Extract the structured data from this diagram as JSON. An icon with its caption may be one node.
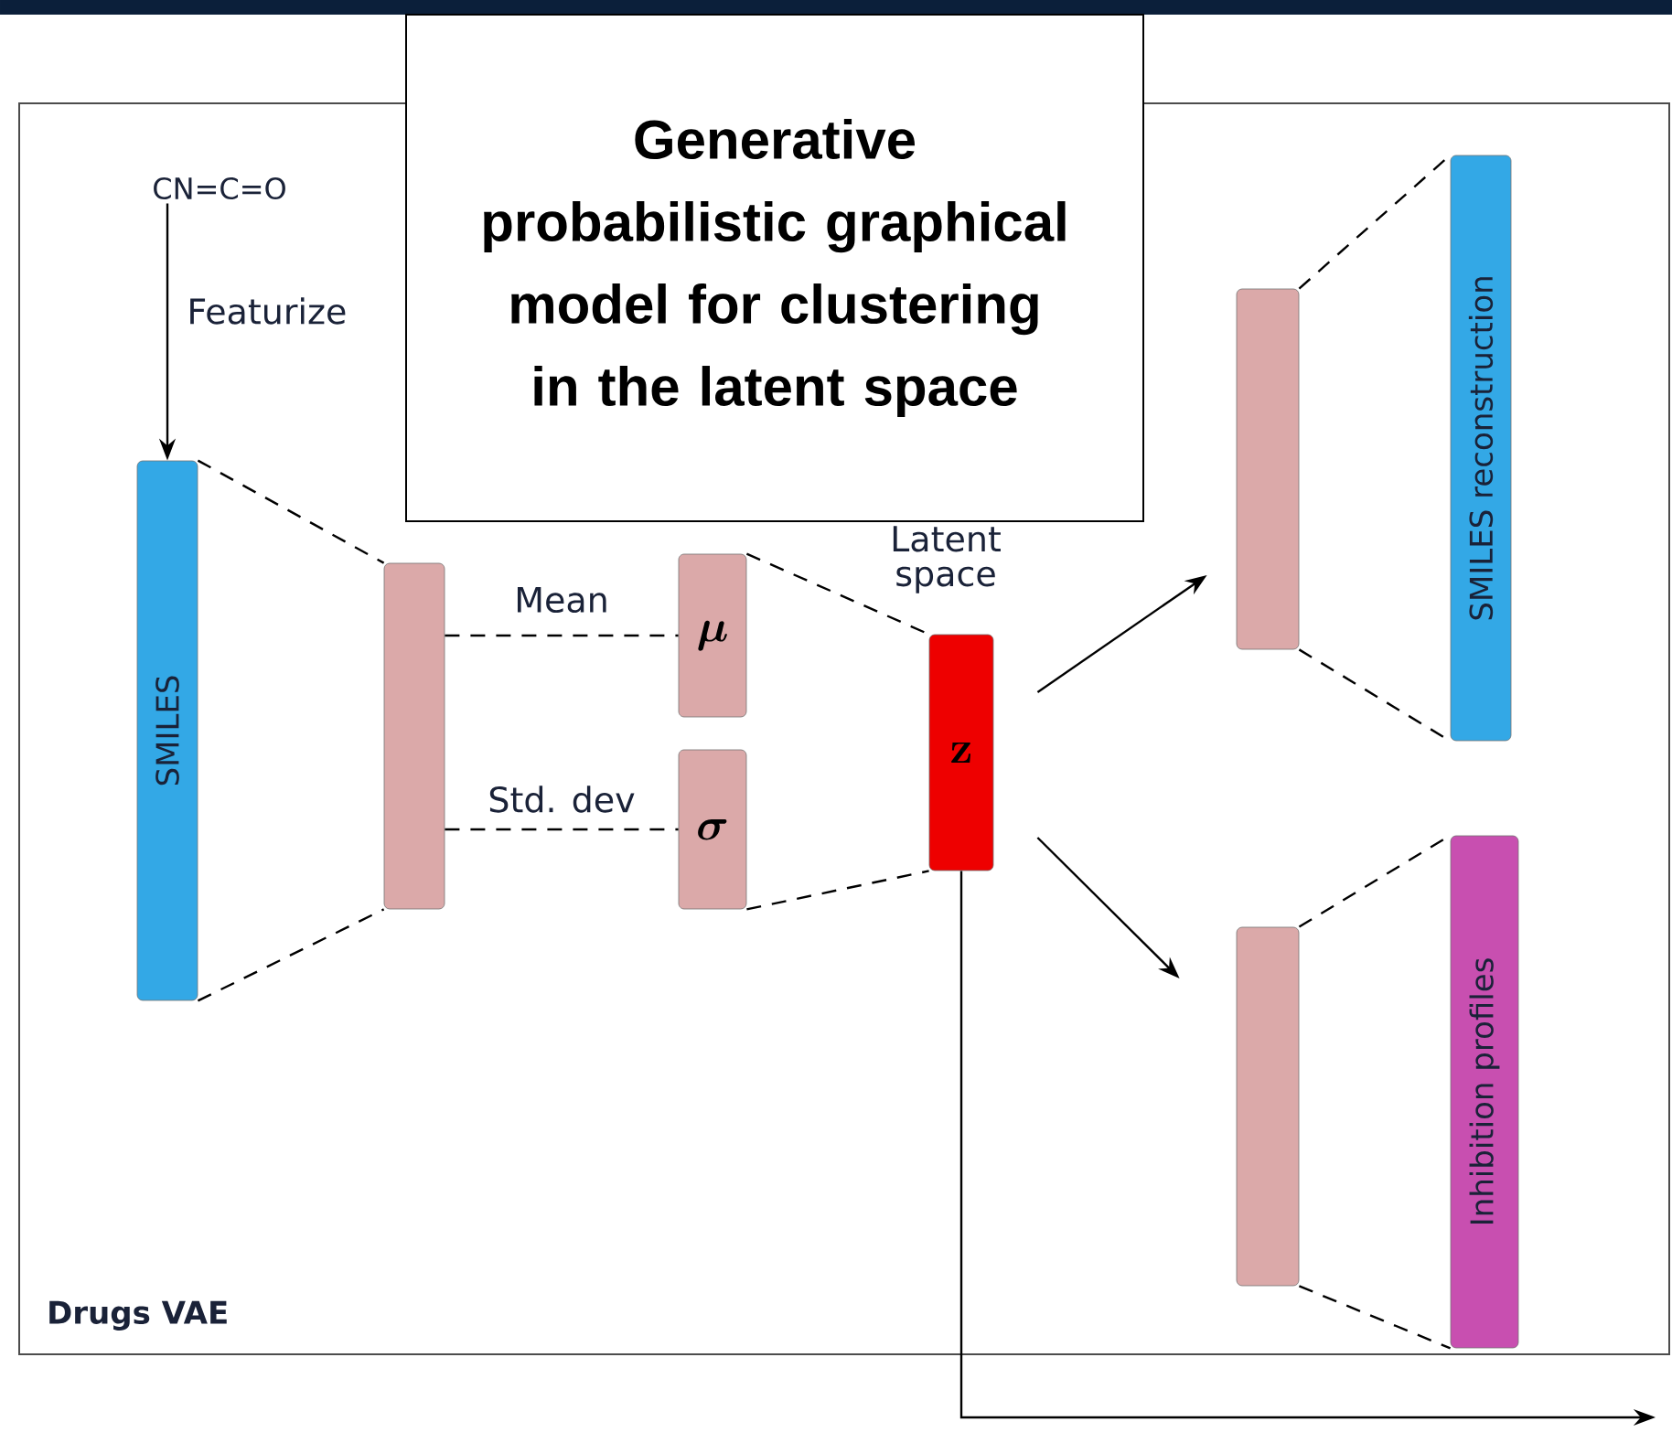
{
  "diagram": {
    "nodes": [
      {
        "text": [
          "Drugs VAE"
        ]
      },
      {
        "text": [
          "Generative probabilistic graphical model for clustering in the latent space"
        ]
      },
      {
        "text": [
          "CN=C=O"
        ],
        "in": 0
      },
      {
        "text": [
          "SMILES"
        ],
        "in": 0
      },
      {
        "text": [],
        "shape": "bar",
        "in": 0
      },
      {
        "text": [
          "\\mu"
        ],
        "in": 0
      },
      {
        "text": [
          "\\sigma"
        ],
        "in": 0
      },
      {
        "text": [
          "\\mathbf{z}"
        ],
        "in": 0
      },
      {
        "text": [],
        "shape": "bar",
        "in": 0
      },
      {
        "text": [
          "SMILES reconstruction"
        ],
        "in": 0
      },
      {
        "text": [],
        "shape": "bar",
        "in": 0
      },
      {
        "text": [
          "Inhibition profiles"
        ],
        "in": 0
      }
    ],
    "edges": [
      {
        "from": 2,
        "to": 3,
        "arrow": "to",
        "label": "Featurize"
      },
      {
        "from": 3,
        "to": 4,
        "arrow": "none",
        "style": "dashed"
      },
      {
        "from": 3,
        "to": 4,
        "arrow": "none",
        "style": "dashed"
      },
      {
        "from": 4,
        "to": 5,
        "arrow": "none",
        "style": "dashed",
        "label": "Mean"
      },
      {
        "from": 4,
        "to": 6,
        "arrow": "none",
        "style": "dashed",
        "label": "Std. dev"
      },
      {
        "from": 5,
        "to": 7,
        "arrow": "none",
        "style": "dashed"
      },
      {
        "from": 6,
        "to": 7,
        "arrow": "none",
        "style": "dashed"
      },
      {
        "from": 7,
        "to": 8,
        "arrow": "to"
      },
      {
        "from": 7,
        "to": 10,
        "arrow": "to"
      },
      {
        "from": 8,
        "to": 9,
        "arrow": "none",
        "style": "dashed"
      },
      {
        "from": 8,
        "to": 9,
        "arrow": "none",
        "style": "dashed"
      },
      {
        "from": 10,
        "to": 11,
        "arrow": "none",
        "style": "dashed"
      },
      {
        "from": 10,
        "to": 11,
        "arrow": "none",
        "style": "dashed"
      },
      {
        "from": 7,
        "to": null,
        "arrow": "to"
      }
    ],
    "labels": [
      "Latent space"
    ]
  }
}
